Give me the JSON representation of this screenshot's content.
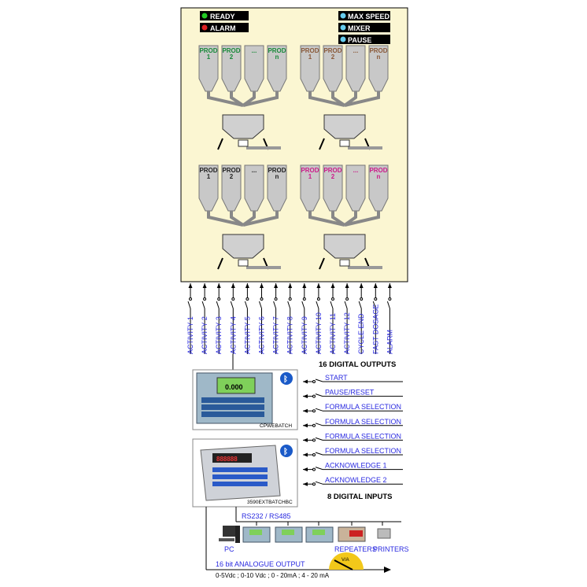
{
  "status": {
    "ready": "READY",
    "alarm": "ALARM",
    "max_speed": "MAX SPEED",
    "mixer": "MIXER",
    "pause": "PAUSE"
  },
  "colors": {
    "panel": "#fbf6d2",
    "ready": "#22cc22",
    "alarm": "#dd2222",
    "info": "#66ccee",
    "link": "#2a2ae0"
  },
  "plants": [
    {
      "color": "#1a8a3a",
      "silos": [
        [
          "PROD",
          "1"
        ],
        [
          "PROD",
          "2"
        ],
        [
          "...",
          ""
        ],
        [
          "PROD",
          "n"
        ]
      ]
    },
    {
      "color": "#8a5a3a",
      "silos": [
        [
          "PROD",
          "1"
        ],
        [
          "PROD",
          "2"
        ],
        [
          "...",
          ""
        ],
        [
          "PROD",
          "n"
        ]
      ]
    },
    {
      "color": "#222222",
      "silos": [
        [
          "PROD",
          "1"
        ],
        [
          "PROD",
          "2"
        ],
        [
          "...",
          ""
        ],
        [
          "PROD",
          "n"
        ]
      ]
    },
    {
      "color": "#cc1a8a",
      "silos": [
        [
          "PROD",
          "1"
        ],
        [
          "PROD",
          "2"
        ],
        [
          "...",
          ""
        ],
        [
          "PROD",
          "n"
        ]
      ]
    }
  ],
  "outputs": [
    "ACTIVITY 1",
    "ACTIVITY 2",
    "ACTIVITY 3",
    "ACTIVITY 4",
    "ACTIVITY 5",
    "ACTIVITY 6",
    "ACTIVITY 7",
    "ACTIVITY 8",
    "ACTIVITY 9",
    "ACTIVITY 10",
    "ACTIVITY 11",
    "ACTIVITY 12",
    "CYCLE END",
    "FAST DOSAGE",
    "ALARM"
  ],
  "outputs_title": "16 DIGITAL OUTPUTS",
  "inputs": [
    "START",
    "PAUSE/RESET",
    "FORMULA SELECTION",
    "FORMULA SELECTION",
    "FORMULA SELECTION",
    "FORMULA SELECTION",
    "ACKNOWLEDGE 1",
    "ACKNOWLEDGE 2"
  ],
  "inputs_title": "8 DIGITAL INPUTS",
  "devices": {
    "device1": "CPWEBATCH",
    "device2": "3590EXTBATCHBC",
    "display": "0.000"
  },
  "network": {
    "bus": "RS232 / RS485",
    "pc": "PC",
    "repeaters": "REPEATERS",
    "printers": "PRINTERS"
  },
  "analogue": {
    "title": "16 bit ANALOGUE OUTPUT",
    "ranges": "0-5Vdc ;  0-10 Vdc ;  0 - 20mA ;  4 - 20 mA",
    "meter": "V/A"
  }
}
